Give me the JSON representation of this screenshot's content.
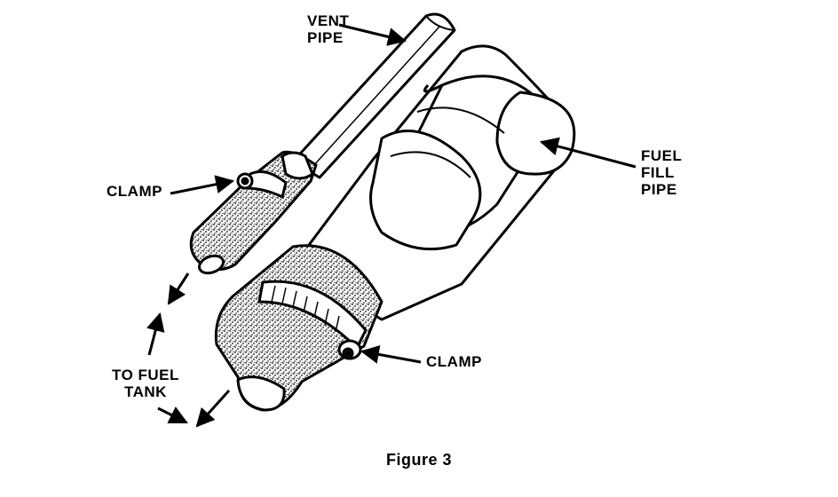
{
  "labels": {
    "vent_pipe": [
      "VENT",
      "PIPE"
    ],
    "fuel_fill_pipe": [
      "FUEL",
      "FILL",
      "PIPE"
    ],
    "clamp_top": "CLAMP",
    "clamp_bottom": "CLAMP",
    "to_fuel_tank": [
      "TO FUEL",
      "TANK"
    ]
  },
  "caption": "Figure 3"
}
